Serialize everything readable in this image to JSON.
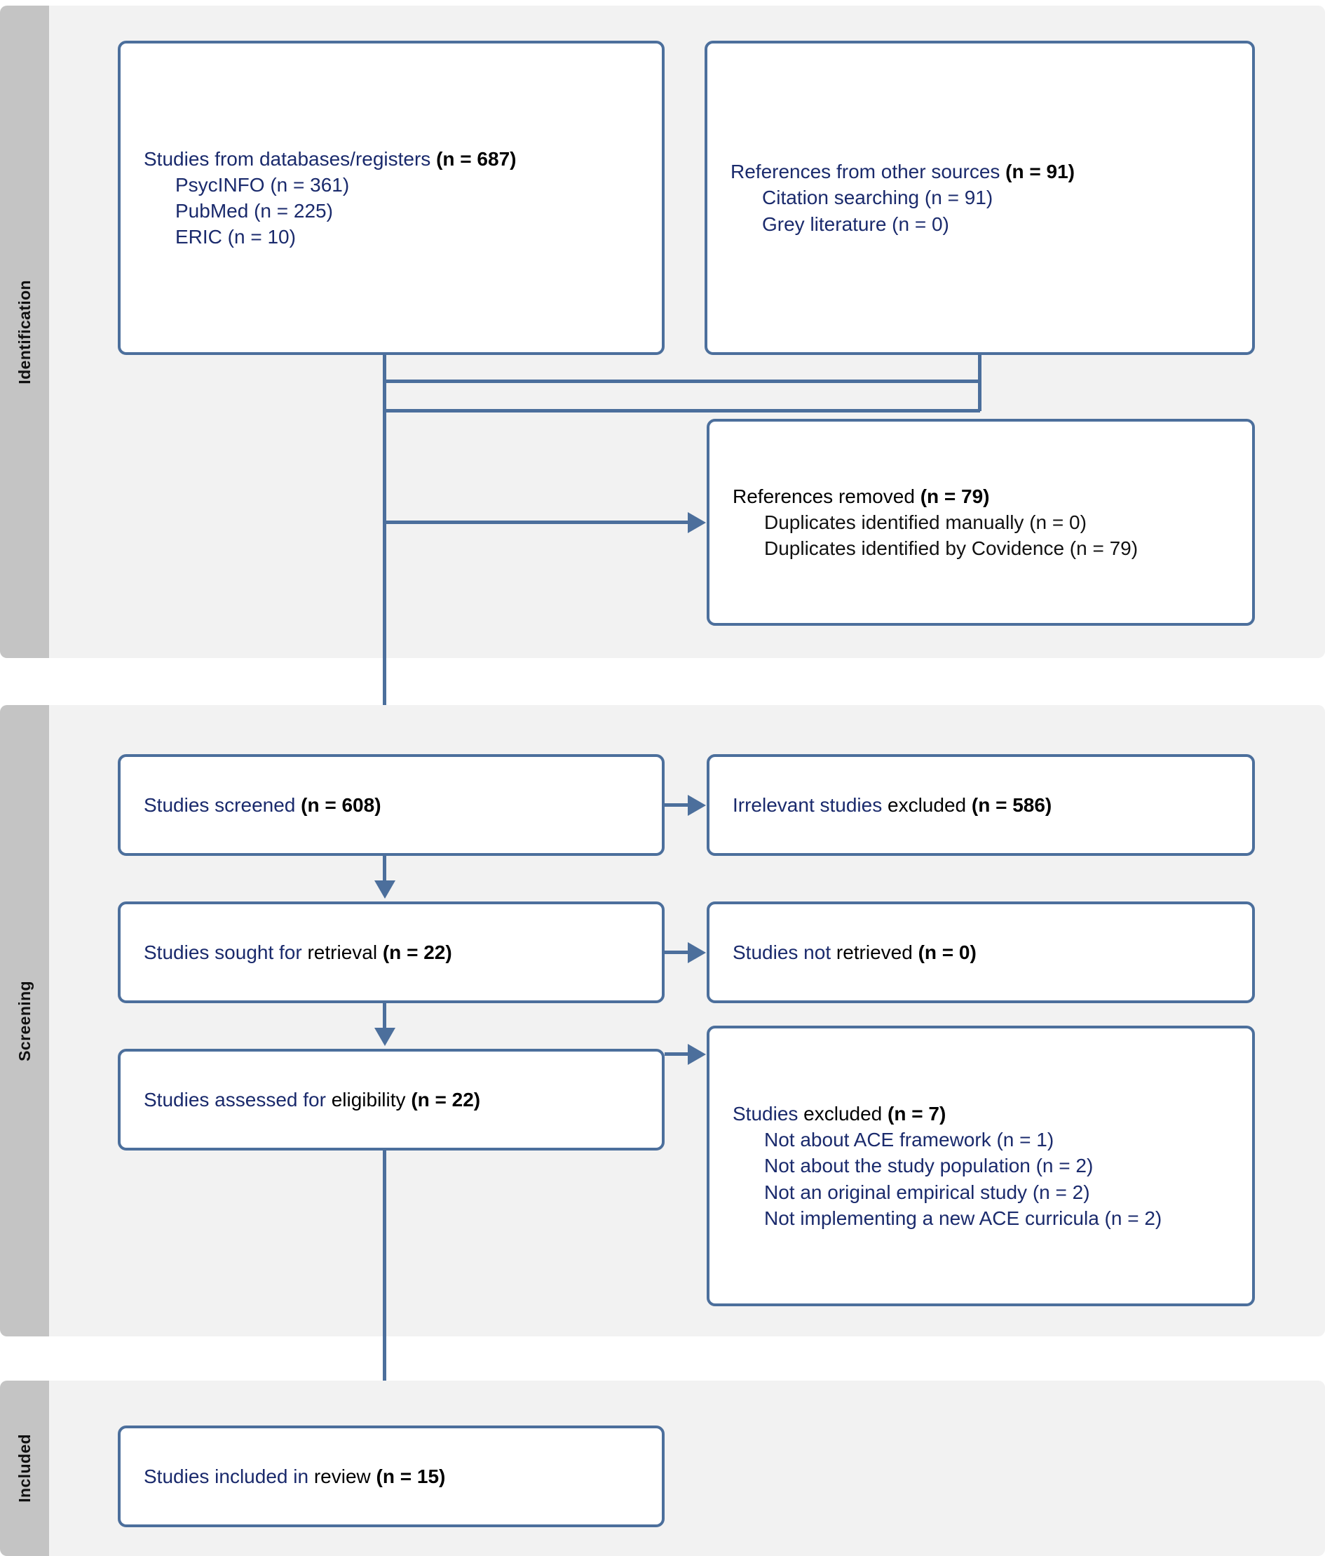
{
  "diagram": {
    "type": "prisma-flow-diagram",
    "accent_color": "#4c6f9c",
    "text_color": "#1a2a6c",
    "band_color": "#f2f2f2",
    "label_color": "#c4c4c4"
  },
  "stages": [
    {
      "key": "identification",
      "label": "Identification"
    },
    {
      "key": "screening",
      "label": "Screening"
    },
    {
      "key": "included",
      "label": "Included"
    }
  ],
  "boxes": {
    "databases": {
      "head_text": "Studies from databases/registers ",
      "head_count": "(n = 687)",
      "sub": [
        "PsycINFO (n = 361)",
        "PubMed (n = 225)",
        "ERIC (n = 10)"
      ]
    },
    "other_sources": {
      "head_text": "References from other sources ",
      "head_count": "(n = 91)",
      "sub": [
        "Citation searching (n = 91)",
        "Grey literature (n = 0)"
      ]
    },
    "removed": {
      "head_text": "References removed ",
      "head_count": "(n = 79)",
      "sub": [
        "Duplicates identified manually (n = 0)",
        "Duplicates identified by Covidence (n = 79)"
      ]
    },
    "screened": {
      "head_text": "Studies screened ",
      "head_count": "(n = 608)"
    },
    "irrelevant": {
      "head_text_nv": "Irrelevant studies ",
      "head_text_blk": "excluded ",
      "head_count": "(n = 586)"
    },
    "sought": {
      "head_text_nv": "Studies sought for ",
      "head_text_blk": "retrieval ",
      "head_count": "(n = 22)"
    },
    "not_retrieved": {
      "head_text_nv": "Studies not ",
      "head_text_blk": "retrieved ",
      "head_count": "(n = 0)"
    },
    "assessed": {
      "head_text_nv": "Studies assessed for ",
      "head_text_blk": "eligibility ",
      "head_count": "(n = 22)"
    },
    "excluded": {
      "head_text_nv": "Studies ",
      "head_text_blk": "excluded ",
      "head_count": "(n = 7)",
      "sub": [
        "Not about ACE framework (n = 1)",
        "Not about the study population (n = 2)",
        "Not an original empirical study (n = 2)",
        "Not implementing a new ACE curricula (n = 2)"
      ]
    },
    "included": {
      "head_text_nv": "Studies included in ",
      "head_text_blk": "review ",
      "head_count": "(n = 15)"
    }
  }
}
